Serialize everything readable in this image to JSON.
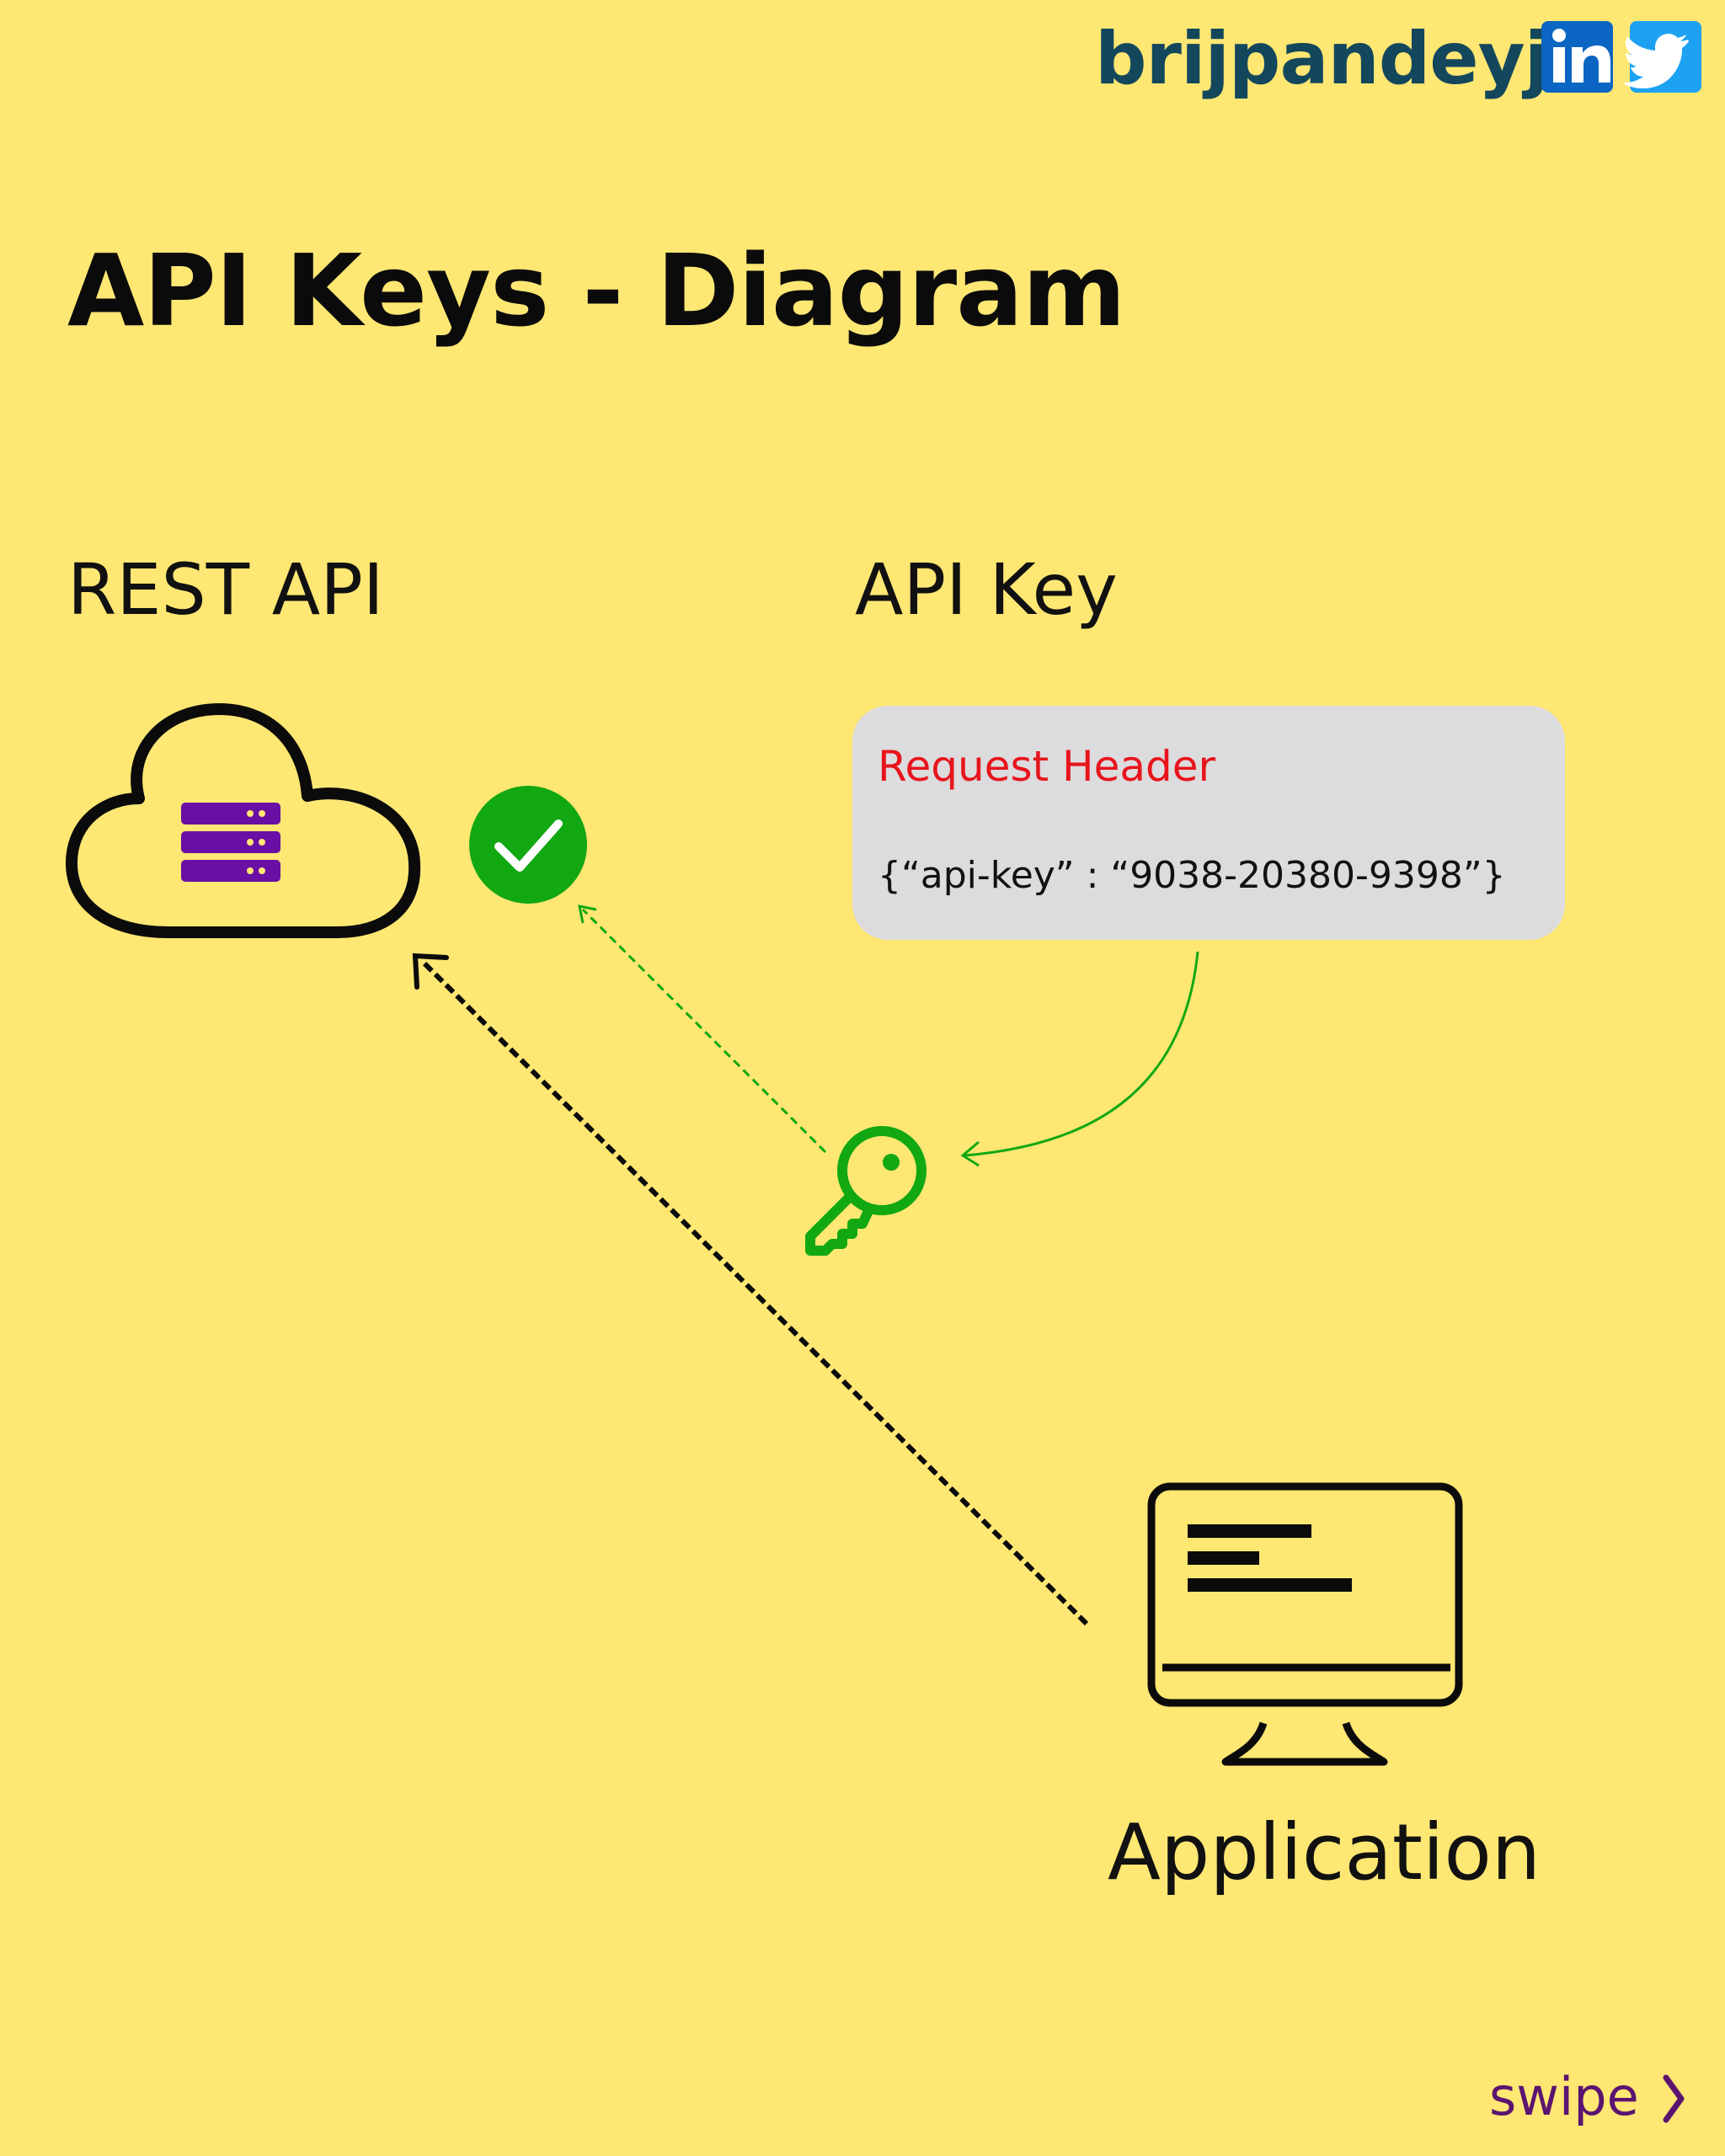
{
  "brand": {
    "name": "brijpandeyji",
    "linkedin_icon": "linkedin-icon",
    "twitter_icon": "twitter-icon"
  },
  "title": "API Keys - Diagram",
  "labels": {
    "rest_api": "REST API",
    "api_key": "API Key",
    "application": "Application"
  },
  "request_header": {
    "title": "Request Header",
    "body": "{“api-key” : “9038-20380-9398”}"
  },
  "icons": {
    "server": "cloud-server-icon",
    "check": "check-circle-icon",
    "key": "key-icon",
    "computer": "monitor-icon"
  },
  "footer": {
    "swipe": "swipe"
  },
  "colors": {
    "background": "#ffe773",
    "brand": "#13475c",
    "linkedin": "#0a66c2",
    "twitter": "#1da1f2",
    "server": "#6a0fa6",
    "accent_green": "#12a812",
    "header_red": "#e8141c",
    "swipe": "#5b1470"
  }
}
